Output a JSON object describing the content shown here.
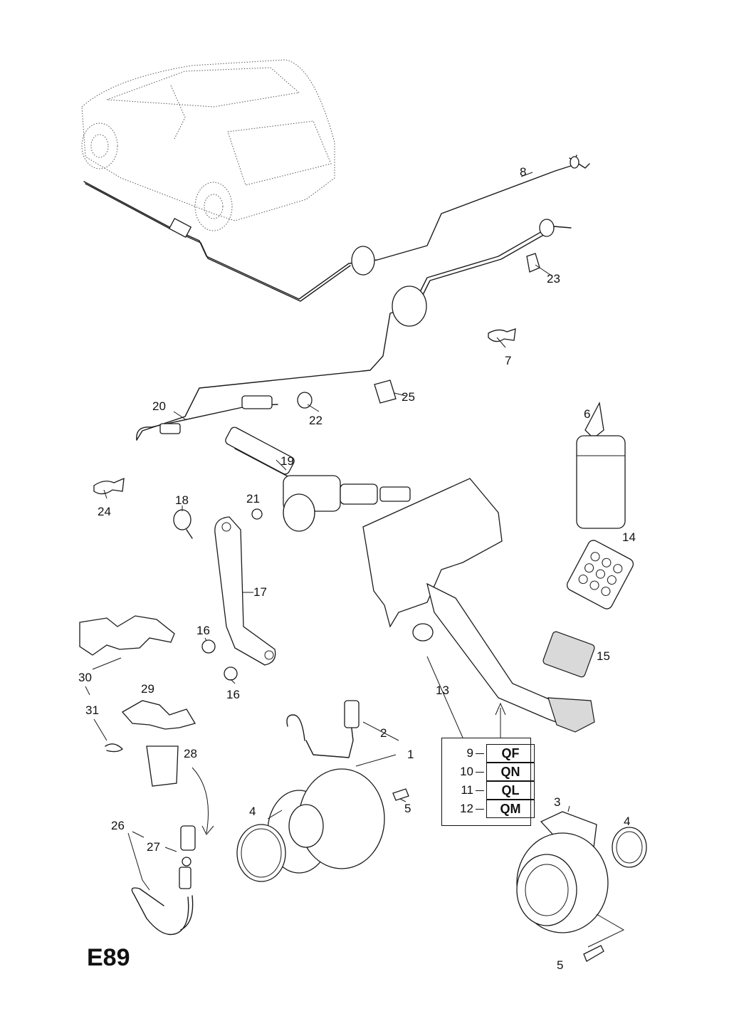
{
  "diagram": {
    "page_code": "E89",
    "callouts": {
      "c1": "1",
      "c2": "2",
      "c3": "3",
      "c4a": "4",
      "c4b": "4",
      "c5a": "5",
      "c5b": "5",
      "c6": "6",
      "c7": "7",
      "c8": "8",
      "c13": "13",
      "c14": "14",
      "c15": "15",
      "c16a": "16",
      "c16b": "16",
      "c17": "17",
      "c18": "18",
      "c19": "19",
      "c20": "20",
      "c21": "21",
      "c22": "22",
      "c23": "23",
      "c24": "24",
      "c25": "25",
      "c26": "26",
      "c27": "27",
      "c28": "28",
      "c29": "29",
      "c30": "30",
      "c31": "31"
    },
    "variant_table": [
      {
        "num": "9",
        "code": "QF"
      },
      {
        "num": "10",
        "code": "QN"
      },
      {
        "num": "11",
        "code": "QL"
      },
      {
        "num": "12",
        "code": "QM"
      }
    ]
  }
}
